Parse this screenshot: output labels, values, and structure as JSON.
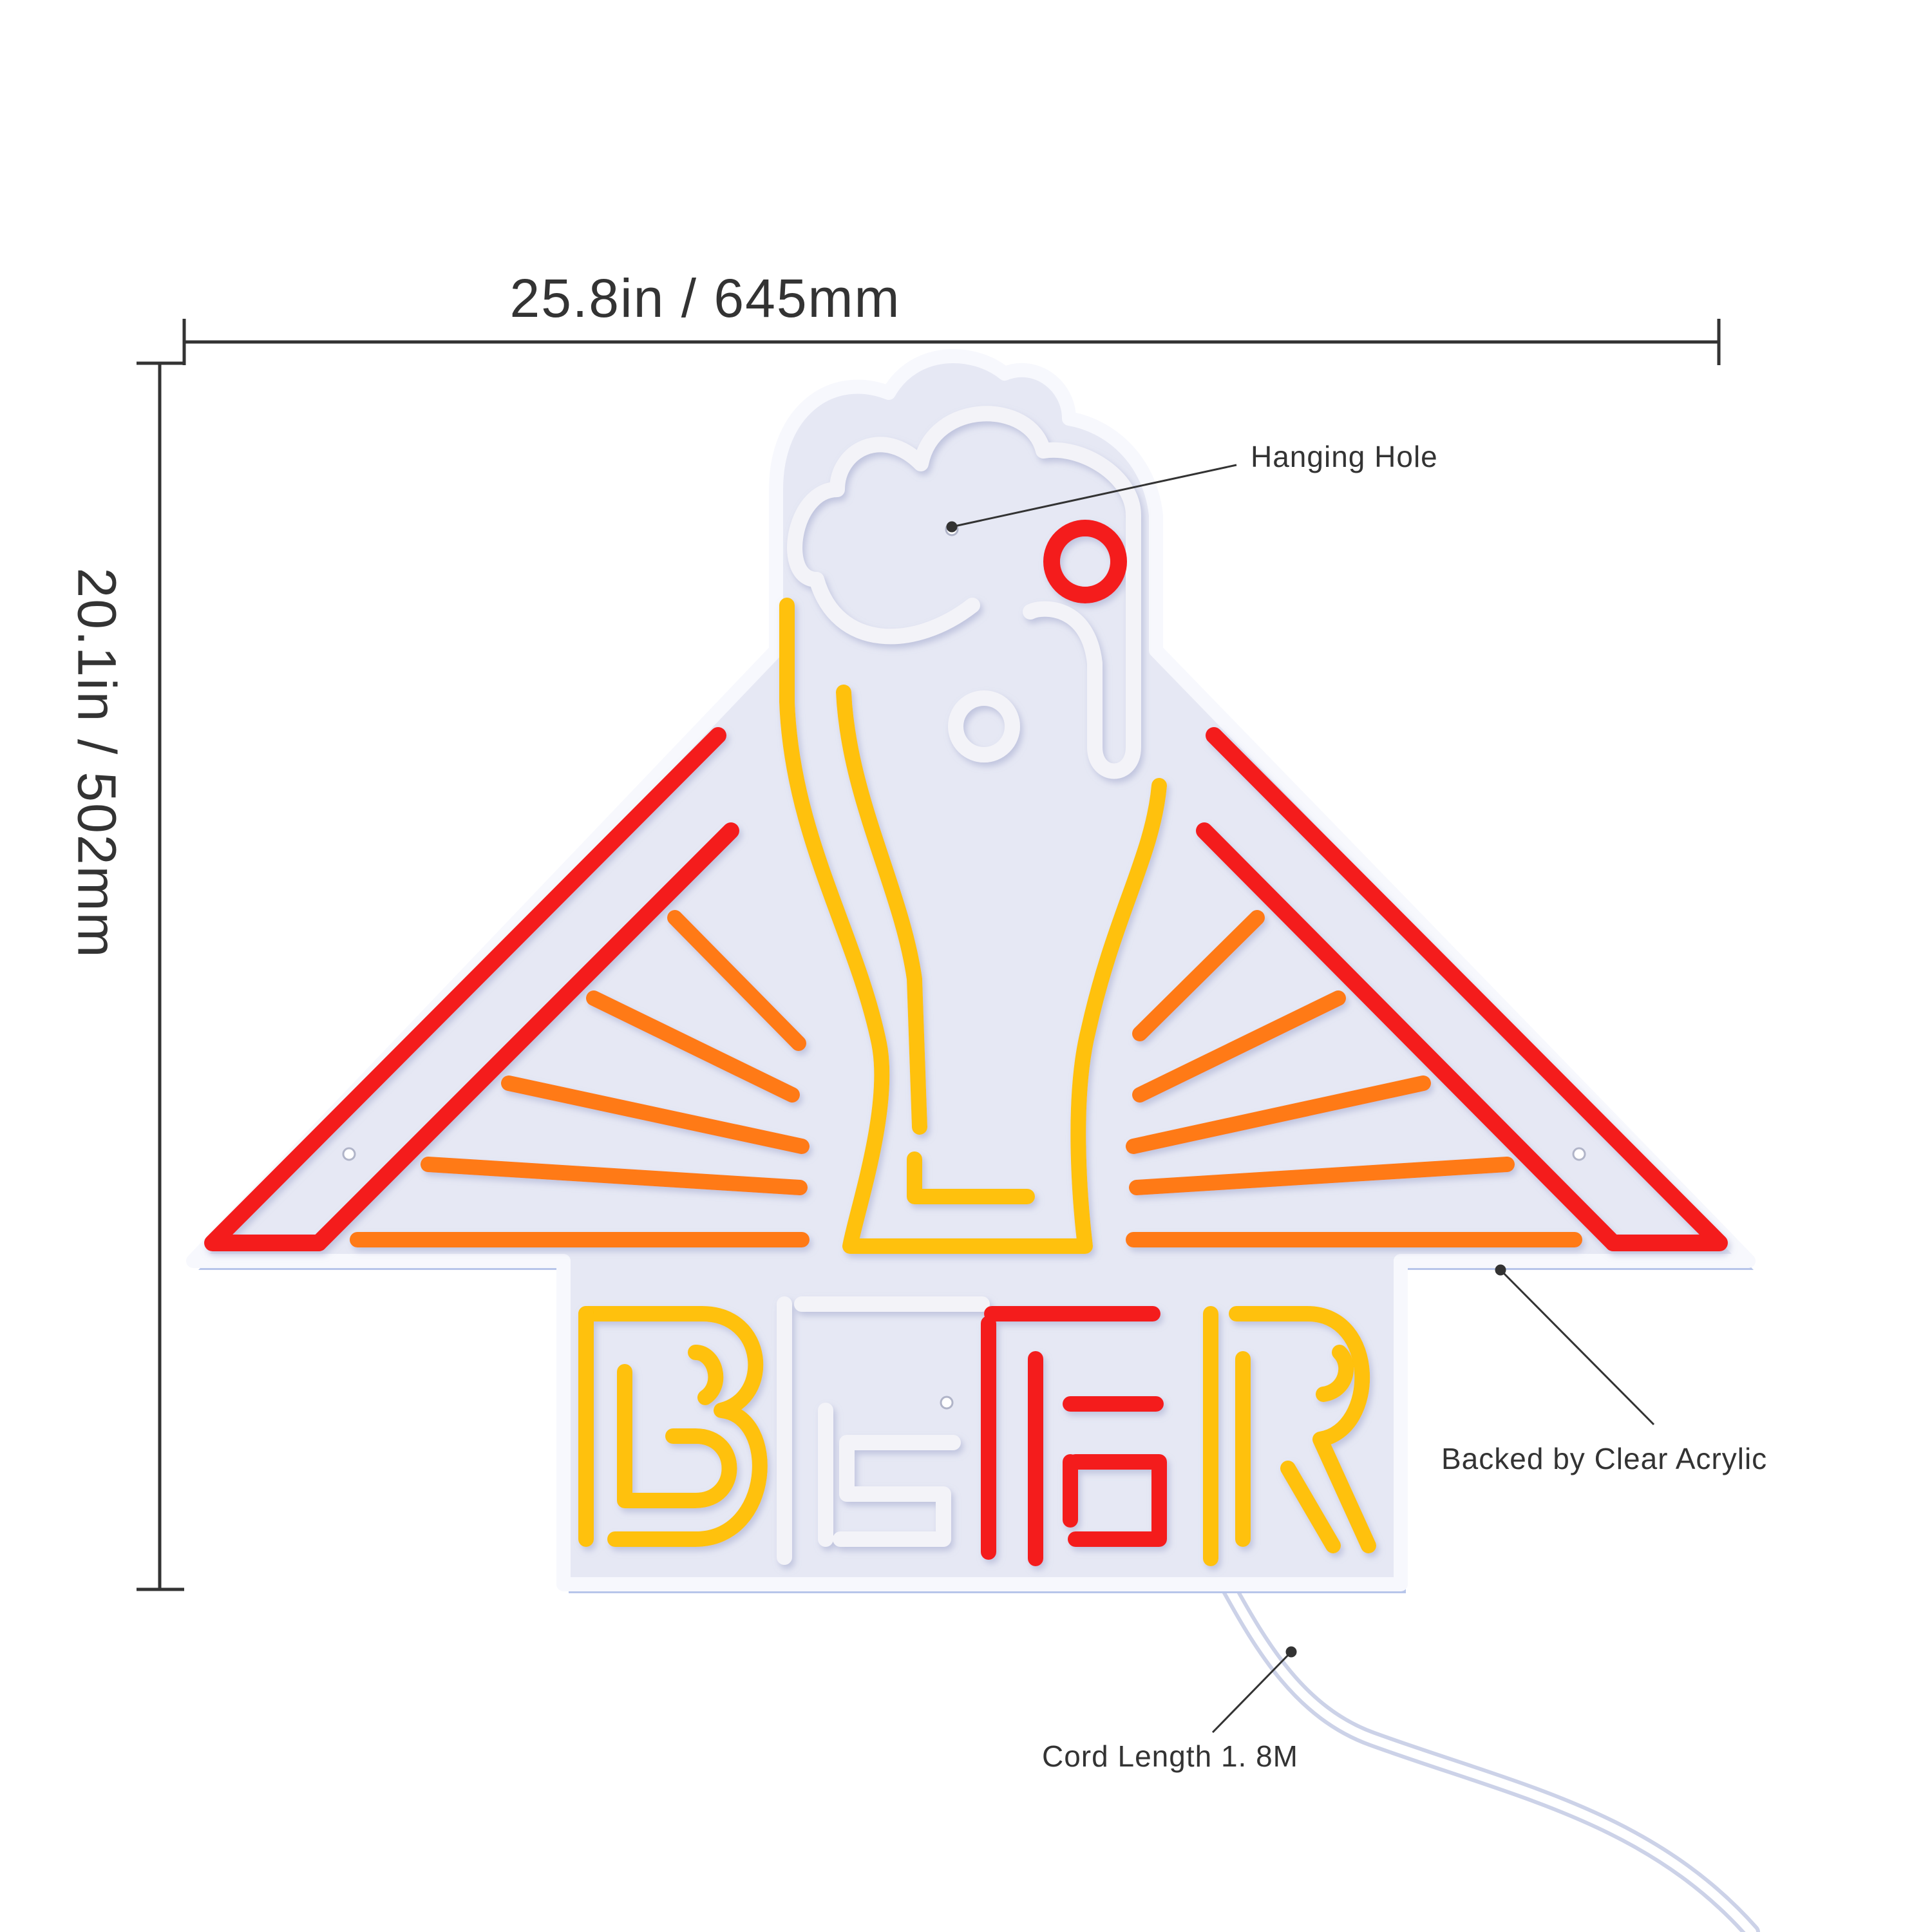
{
  "dimensions": {
    "width_label": "25.8in / 645mm",
    "height_label": "20.1in / 502mm"
  },
  "callouts": {
    "hanging_hole": "Hanging Hole",
    "backing": "Backed by Clear Acrylic",
    "cord": "Cord Length 1. 8M"
  },
  "sign": {
    "text": "BEER",
    "colors": {
      "red": "#f41e1e",
      "orange": "#ff7a12",
      "yellow": "#ffc107",
      "white_tube": "#f3f3f8",
      "backing": "#e6e8f4",
      "backing_edge": "#f7f8fd"
    }
  }
}
